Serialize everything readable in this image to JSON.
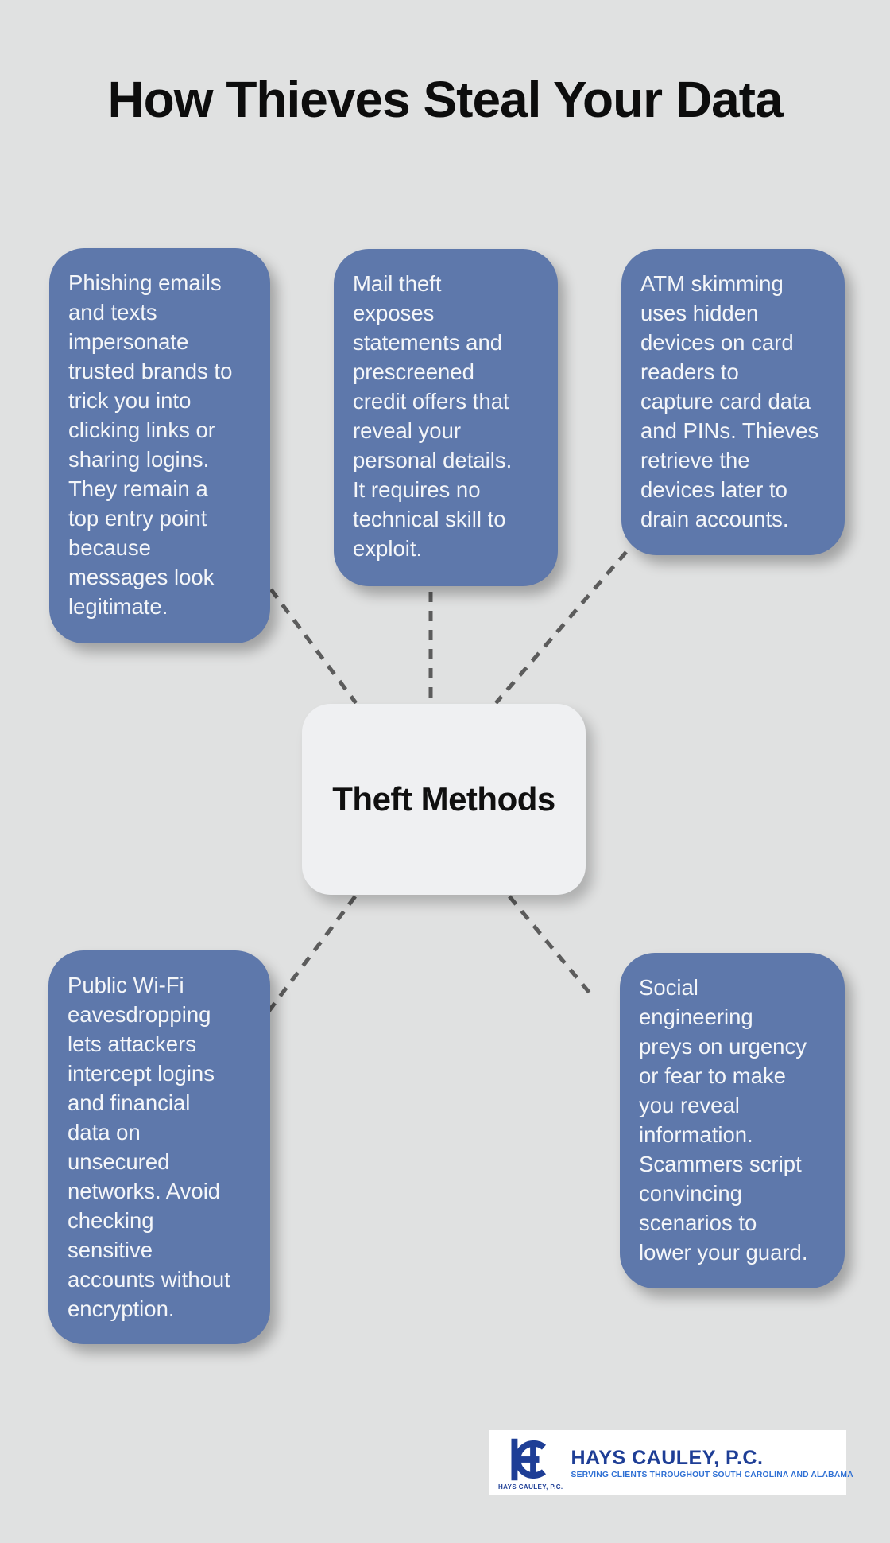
{
  "title": "How Thieves Steal Your Data",
  "colors": {
    "background": "#e0e1e1",
    "node_blue": "#5e78ab",
    "node_text": "#f4f6f9",
    "hub_bg": "#eff0f2",
    "dash": "#5c5c5c",
    "title_color": "#0d0d0d",
    "logo_navy": "#1e3e96",
    "logo_light_blue": "#2f70d4",
    "logo_bg": "#ffffff"
  },
  "diagram": {
    "center": {
      "label": "Theft Methods"
    },
    "nodes": [
      {
        "id": "phishing",
        "lines": [
          "Phishing emails",
          "and texts",
          "impersonate",
          "trusted brands to",
          "trick you into",
          "clicking links or",
          "sharing logins.",
          "They remain a",
          "top entry point",
          "because",
          "messages look",
          "legitimate."
        ]
      },
      {
        "id": "mail-theft",
        "lines": [
          "Mail theft",
          "exposes",
          "statements and",
          "prescreened",
          "credit offers that",
          "reveal your",
          "personal details.",
          "It requires no",
          "technical skill to",
          "exploit."
        ]
      },
      {
        "id": "atm-skimming",
        "lines": [
          "ATM skimming",
          "uses hidden",
          "devices on card",
          "readers to",
          "capture card data",
          "and PINs. Thieves",
          "retrieve the",
          "devices later to",
          "drain accounts."
        ]
      },
      {
        "id": "public-wifi",
        "lines": [
          "Public Wi-Fi",
          "eavesdropping",
          "lets attackers",
          "intercept logins",
          "and financial",
          "data on",
          "unsecured",
          "networks. Avoid",
          "checking",
          "sensitive",
          "accounts without",
          "encryption."
        ]
      },
      {
        "id": "social-engineering",
        "lines": [
          "Social",
          "engineering",
          "preys on urgency",
          "or fear to make",
          "you reveal",
          "information.",
          "Scammers script",
          "convincing",
          "scenarios to",
          "lower your guard."
        ]
      }
    ]
  },
  "logo": {
    "monogram": "HC",
    "caption": "HAYS CAULEY, P.C.",
    "name": "HAYS CAULEY, P.C.",
    "tagline": "SERVING CLIENTS THROUGHOUT SOUTH CAROLINA AND ALABAMA"
  }
}
